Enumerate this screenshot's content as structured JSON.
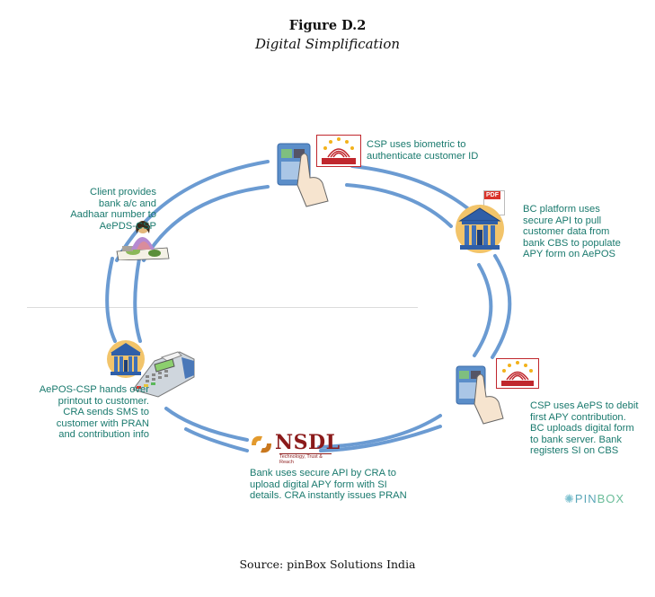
{
  "figure": {
    "number": "Figure D.2",
    "subtitle": "Digital Simplification",
    "source": "Source: pinBox Solutions India"
  },
  "steps": [
    {
      "id": "client",
      "text": [
        "Client provides",
        "bank a/c and",
        "Aadhaar number to",
        "AePDS-CSP"
      ],
      "icon": "woman-vendor-icon"
    },
    {
      "id": "biometric",
      "text": [
        "CSP uses biometric to",
        "authenticate customer ID"
      ],
      "icon": "fingerprint-terminal-icon",
      "logo": "AADHAAR"
    },
    {
      "id": "bc-platform",
      "text": [
        "BC platform uses",
        "secure API to pull",
        "customer data from",
        "bank CBS to populate",
        "APY form on AePOS"
      ],
      "icon": "bank-icon",
      "badge": "PDF"
    },
    {
      "id": "aeps-debit",
      "text": [
        "CSP uses AePS to debit",
        "first APY contribution.",
        "BC uploads digital form",
        "to bank server. Bank",
        "registers SI on CBS"
      ],
      "icon": "fingerprint-terminal-icon",
      "logo": "AADHAAR"
    },
    {
      "id": "cra-upload",
      "text": [
        "Bank uses secure API by CRA to",
        "upload digital APY form with SI",
        "details. CRA instantly issues PRAN"
      ],
      "icon": "nsdl-logo",
      "logo": "NSDL",
      "logo_tagline": "Technology, Trust & Reach"
    },
    {
      "id": "printout",
      "text": [
        "AePOS-CSP hands over",
        "printout to customer.",
        "CRA sends SMS to",
        "customer with PRAN",
        "and contribution info"
      ],
      "icon": "pos-terminal-icon",
      "bank_label": "BANK"
    }
  ],
  "branding": {
    "pre": "PIN",
    "post": "BOX"
  },
  "colors": {
    "ring": "#6b9bd2",
    "caption": "#1a7a6e",
    "aadhaar_red": "#c0272d",
    "aadhaar_sun": "#f2b21b",
    "bank_blue": "#2f5fa8",
    "nsdl_red": "#8b1a1a"
  }
}
